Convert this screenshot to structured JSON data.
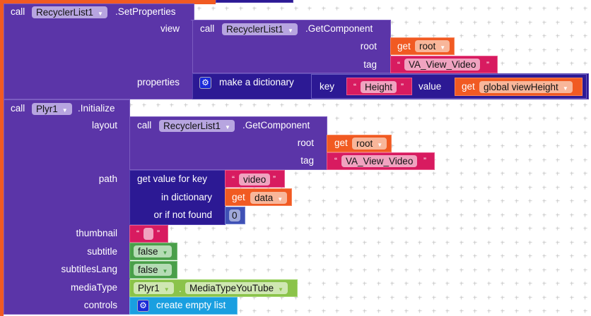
{
  "set_props": {
    "call": "call",
    "component": "RecyclerList1",
    "method": ".SetProperties",
    "view_label": "view",
    "properties_label": "properties",
    "view_block": {
      "call": "call",
      "component": "RecyclerList1",
      "method": ".GetComponent",
      "root_label": "root",
      "root_get": "get",
      "root_var": "root",
      "tag_label": "tag",
      "tag_value": "VA_View_Video"
    },
    "dict": {
      "label": "make a dictionary",
      "key_label": "key",
      "key_value": "Height",
      "value_label": "value",
      "value_get": "get",
      "value_var": "global viewHeight"
    }
  },
  "init": {
    "call": "call",
    "component": "Plyr1",
    "method": ".Initialize",
    "layout_label": "layout",
    "layout_block": {
      "call": "call",
      "component": "RecyclerList1",
      "method": ".GetComponent",
      "root_label": "root",
      "root_get": "get",
      "root_var": "root",
      "tag_label": "tag",
      "tag_value": "VA_View_Video"
    },
    "path_label": "path",
    "path_block": {
      "get_value": "get value for key",
      "key_value": "video",
      "in_dict": "in dictionary",
      "dict_get": "get",
      "dict_var": "data",
      "not_found": "or if not found",
      "not_found_value": "0"
    },
    "thumbnail_label": "thumbnail",
    "thumbnail_value": "",
    "subtitle_label": "subtitle",
    "subtitle_value": "false",
    "subtitlesLang_label": "subtitlesLang",
    "subtitlesLang_value": "false",
    "mediaType_label": "mediaType",
    "mediaType_component": "Plyr1",
    "mediaType_sep": ".",
    "mediaType_value": "MediaTypeYouTube",
    "controls_label": "controls",
    "controls_value": "create empty list"
  },
  "quote_open": "“",
  "quote_close": "”",
  "dropdown": "▼",
  "gear": "⚙",
  "colors": {
    "procedure": "#5b35a8",
    "dictionary": "#2c1994",
    "variable": "#f15a22",
    "text": "#d81b60",
    "logic": "#4a9f4a",
    "constant": "#8bc34a",
    "list": "#1a9fe0"
  }
}
